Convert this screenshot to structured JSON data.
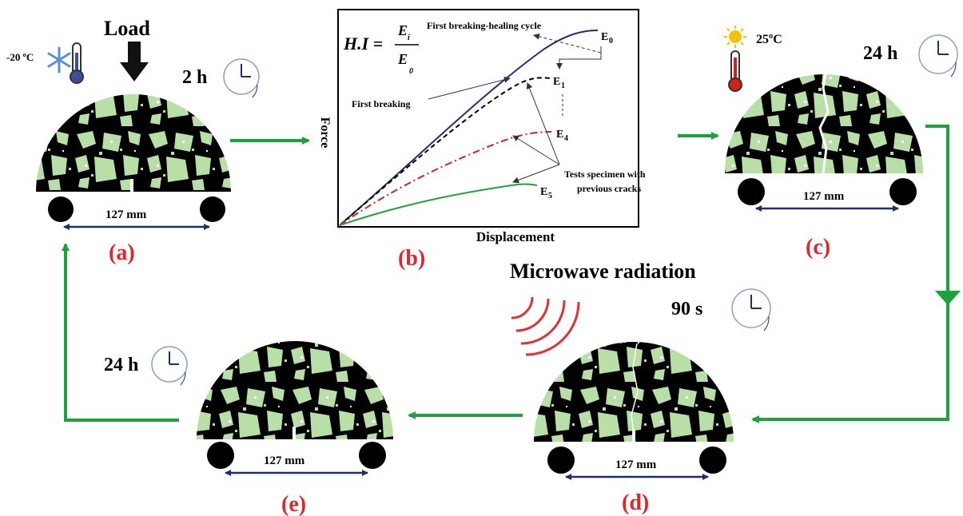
{
  "colors": {
    "flow_arrow": "#1aa33a",
    "label_red": "#e0262b",
    "dimension_line": "#1f2f6e",
    "aggregate": "#b8dfa6",
    "specimen": "#000000",
    "curve_e0": "#1f2f75",
    "curve_e1": "#000000",
    "curve_e4": "#d0221b",
    "curve_e5": "#22a03a"
  },
  "icons": [
    "thermometer-snowflake-icon",
    "thermometer-sun-icon",
    "clock-icon",
    "microwave-waves-icon",
    "load-arrow-icon"
  ],
  "panel_a": {
    "label": "(a)",
    "temperature": "-20 ºC",
    "load": "Load",
    "time": "2 h",
    "span": "127 mm"
  },
  "panel_b": {
    "label": "(b)",
    "formula_hi": "H.I =",
    "formula_num": "E",
    "formula_num_sub": "i",
    "formula_den": "E",
    "formula_den_sub": "0",
    "x_label": "Displacement",
    "y_label": "Force",
    "annotation_cycle": "First breaking-healing cycle",
    "annotation_breaking": "First breaking",
    "annotation_tests_1": "Tests specimen with",
    "annotation_tests_2": "previous cracks",
    "e0": "E",
    "e0_sub": "0",
    "e1": "E",
    "e1_sub": "1",
    "e4": "E",
    "e4_sub": "4",
    "e5": "E",
    "e5_sub": "5"
  },
  "panel_c": {
    "label": "(c)",
    "temperature": "25ºC",
    "time": "24 h",
    "span": "127 mm"
  },
  "panel_d": {
    "label": "(d)",
    "title": "Microwave radiation",
    "time": "90 s",
    "span": "127 mm"
  },
  "panel_e": {
    "label": "(e)",
    "time": "24 h",
    "span": "127 mm"
  }
}
